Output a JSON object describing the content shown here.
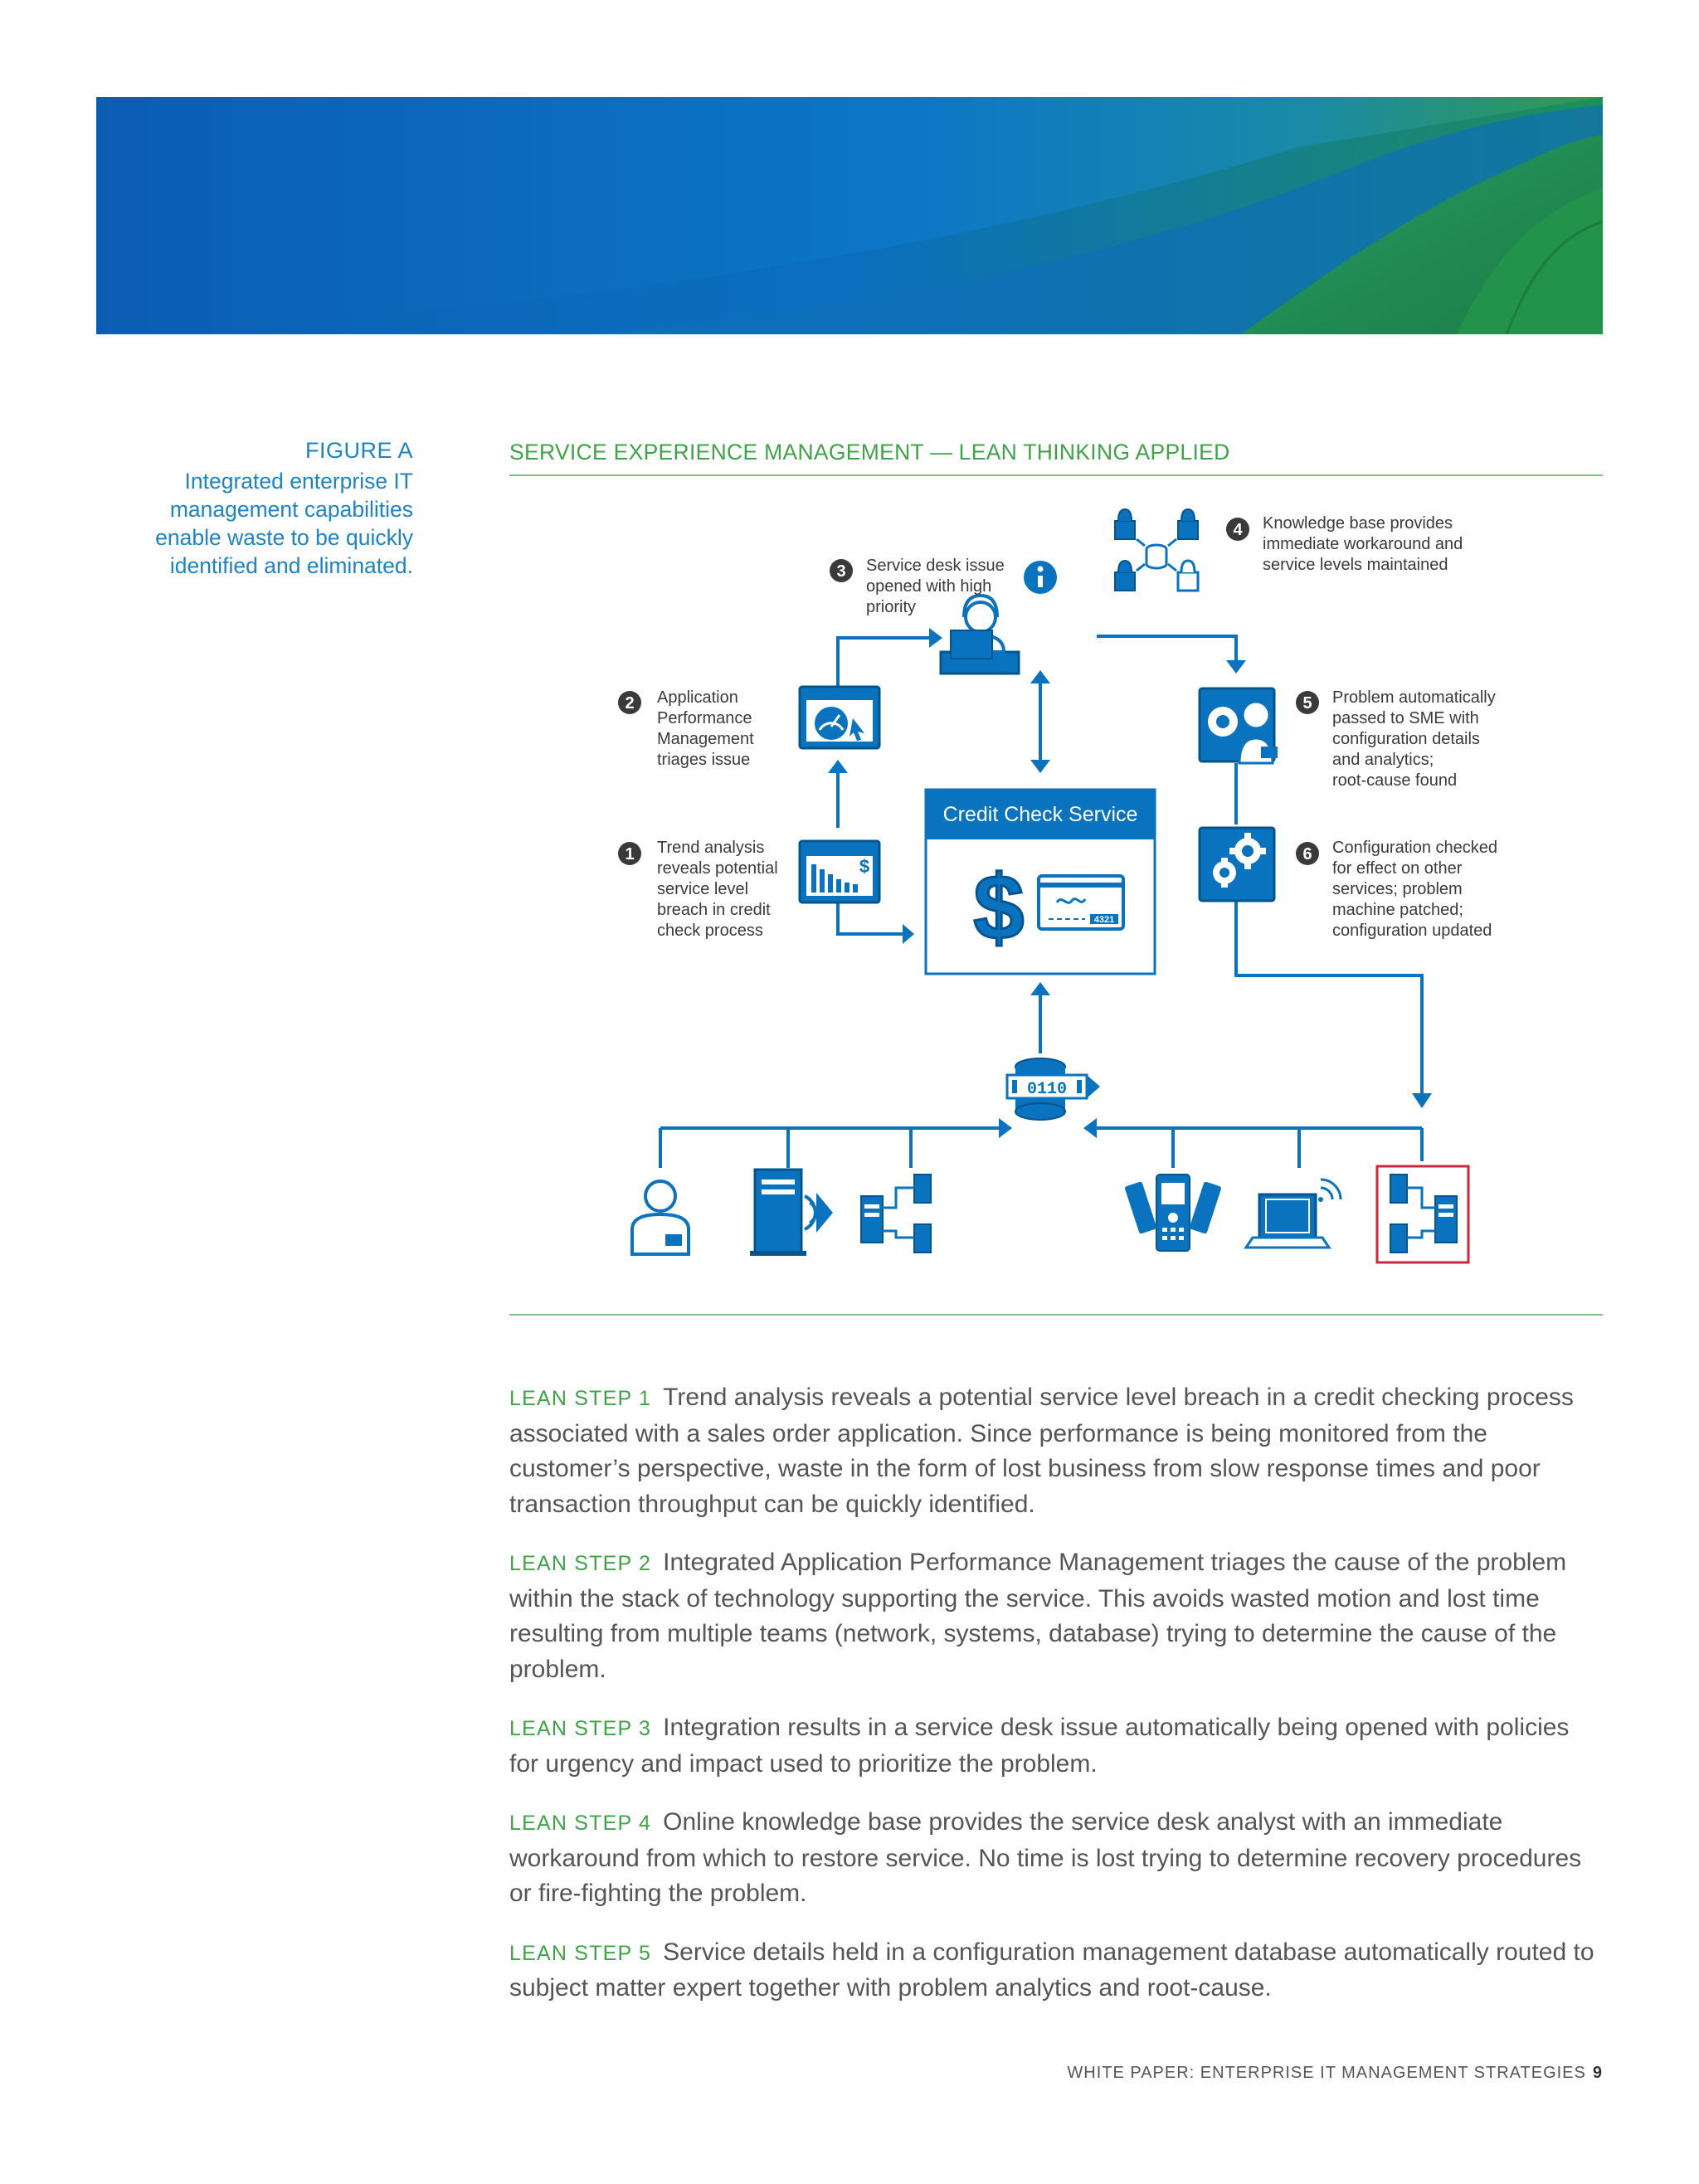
{
  "figure": {
    "label": "FIGURE A",
    "caption": "Integrated enterprise IT management capabilities enable waste to be quickly identified and eliminated.",
    "title": "SERVICE EXPERIENCE MANAGEMENT — LEAN THINKING APPLIED"
  },
  "diagram": {
    "center_box_title": "Credit Check Service",
    "card_number": "4321",
    "db_bits": "0110",
    "steps": [
      {
        "num": "1",
        "lines": [
          "Trend analysis",
          "reveals potential",
          "service level",
          "breach in credit",
          "check process"
        ]
      },
      {
        "num": "2",
        "lines": [
          "Application",
          "Performance",
          "Management",
          "triages issue"
        ]
      },
      {
        "num": "3",
        "lines": [
          "Service desk issue",
          "opened with high",
          "priority"
        ]
      },
      {
        "num": "4",
        "lines": [
          "Knowledge base provides",
          "immediate workaround and",
          "service levels maintained"
        ]
      },
      {
        "num": "5",
        "lines": [
          "Problem automatically",
          "passed to SME with",
          "configuration details",
          "and analytics;",
          "root-cause found"
        ]
      },
      {
        "num": "6",
        "lines": [
          "Configuration checked",
          "for effect on other",
          "services; problem",
          "machine patched;",
          "configuration updated"
        ]
      }
    ],
    "colors": {
      "blue": "#0a73bf",
      "green": "#3fa347",
      "highlight": "#c8293c"
    }
  },
  "lean_steps": [
    {
      "label": "LEAN STEP 1",
      "text": "Trend analysis reveals a potential service level breach in a credit checking process associated with a sales order application. Since performance is being monitored from the customer’s perspective, waste in the form of lost business from slow response times and poor transaction throughput can be quickly identified."
    },
    {
      "label": "LEAN STEP 2",
      "text": "Integrated Application Performance Management triages the cause of the problem within the stack of technology supporting the service. This avoids wasted motion and lost time resulting from multiple teams (network, systems, database) trying to determine the cause of the problem."
    },
    {
      "label": "LEAN STEP 3",
      "text": "Integration results in a service desk issue automatically being opened with policies for urgency and impact used to prioritize the problem."
    },
    {
      "label": "LEAN STEP 4",
      "text": "Online knowledge base provides the service desk analyst with an immediate workaround from which to restore service. No time is lost trying to determine recovery procedures or fire-fighting the problem."
    },
    {
      "label": "LEAN STEP 5",
      "text": "Service details held in a configuration management database automatically routed to subject matter expert together with problem analytics and root-cause."
    }
  ],
  "footer": {
    "text": "WHITE PAPER: ENTERPRISE IT MANAGEMENT STRATEGIES",
    "page": "9"
  }
}
